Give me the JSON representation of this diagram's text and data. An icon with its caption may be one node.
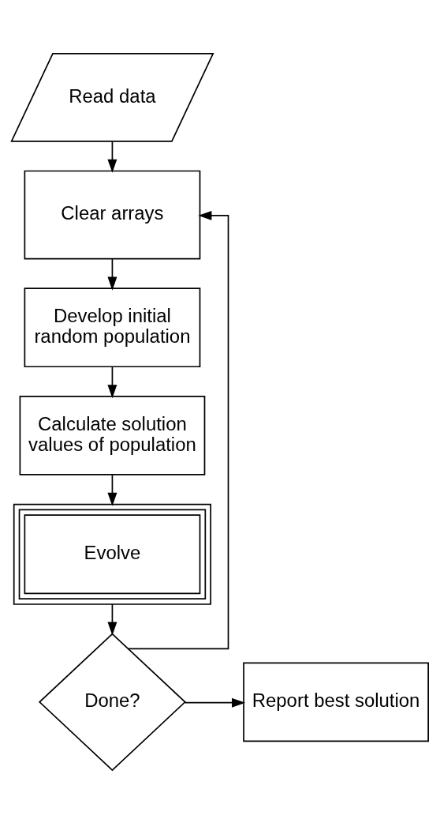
{
  "diagram": {
    "nodes": [
      {
        "text": [
          "Read data"
        ]
      },
      {
        "text": [
          "Clear arrays"
        ]
      },
      {
        "text": [
          "Develop initial random population"
        ]
      },
      {
        "text": [
          "Calculate solution values of population"
        ]
      },
      {
        "text": [
          "Evolve"
        ]
      },
      {
        "text": [
          "Done?"
        ]
      },
      {
        "text": [
          "Report best solution"
        ]
      }
    ],
    "edges": [
      {
        "from": 0,
        "to": 1,
        "arrow": "to"
      },
      {
        "from": 1,
        "to": 2,
        "arrow": "to"
      },
      {
        "from": 2,
        "to": 3,
        "arrow": "to"
      },
      {
        "from": 3,
        "to": 4,
        "arrow": "to"
      },
      {
        "from": 4,
        "to": 5,
        "arrow": "to"
      },
      {
        "from": 5,
        "to": 1,
        "arrow": "to"
      },
      {
        "from": 5,
        "to": 6,
        "arrow": "to"
      }
    ]
  }
}
